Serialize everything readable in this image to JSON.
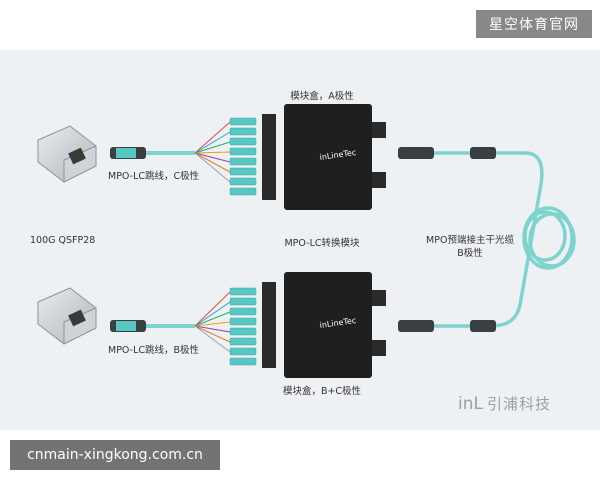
{
  "watermark_top": "星空体育官网",
  "watermark_bottom": "cnmain-xingkong.com.cn",
  "transceiver_label": "100G QSFP28",
  "cable_top_label": "MPO-LC跳线，C极性",
  "cable_bottom_label": "MPO-LC跳线，B极性",
  "module_top_label": "模块盒，A极性",
  "module_middle_label": "MPO-LC转换模块",
  "module_bottom_label": "模块盒，B+C极性",
  "trunk_label_line1": "MPO预端接主干光缆",
  "trunk_label_line2": "B极性",
  "module_logo": "inLineTec",
  "brand_logo": "inL",
  "brand_name": "引浦科技",
  "colors": {
    "fiber_aqua": "#7fd3cf",
    "module_body": "#1f1f1f",
    "connector_aqua": "#58c7c4",
    "panel_bg": "#eef1f4"
  }
}
